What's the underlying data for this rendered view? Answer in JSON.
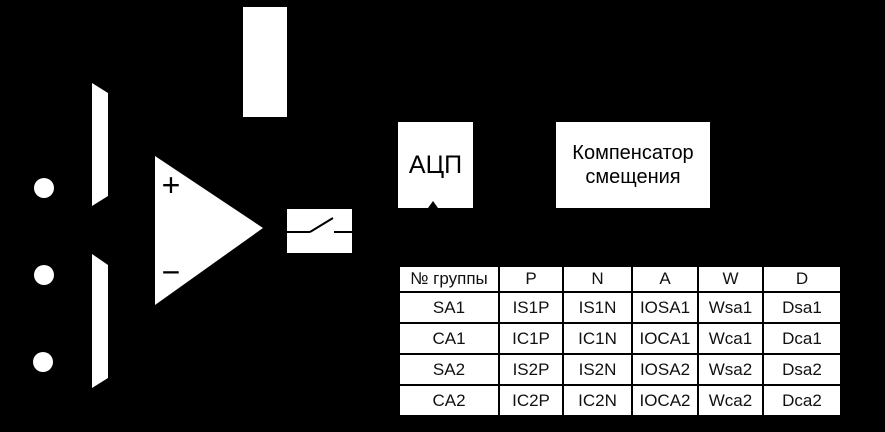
{
  "colors": {
    "background": "#000000",
    "shape_fill": "#ffffff",
    "ink": "#000000"
  },
  "opamp": {
    "noninverting_label": "+",
    "inverting_label": "−"
  },
  "adc_block": {
    "label": "АЦП"
  },
  "compensator_block": {
    "label": "Компенсатор смещения",
    "line1": "Компенсатор",
    "line2": "смещения"
  },
  "table": {
    "headers": [
      "№ группы",
      "P",
      "N",
      "A",
      "W",
      "D"
    ],
    "rows": [
      [
        "SA1",
        "IS1P",
        "IS1N",
        "IOSA1",
        "Wsa1",
        "Dsa1"
      ],
      [
        "CA1",
        "IC1P",
        "IC1N",
        "IOCA1",
        "Wca1",
        "Dca1"
      ],
      [
        "SA2",
        "IS2P",
        "IS2N",
        "IOSA2",
        "Wsa2",
        "Dsa2"
      ],
      [
        "CA2",
        "IC2P",
        "IC2N",
        "IOCA2",
        "Wca2",
        "Dca2"
      ]
    ]
  }
}
